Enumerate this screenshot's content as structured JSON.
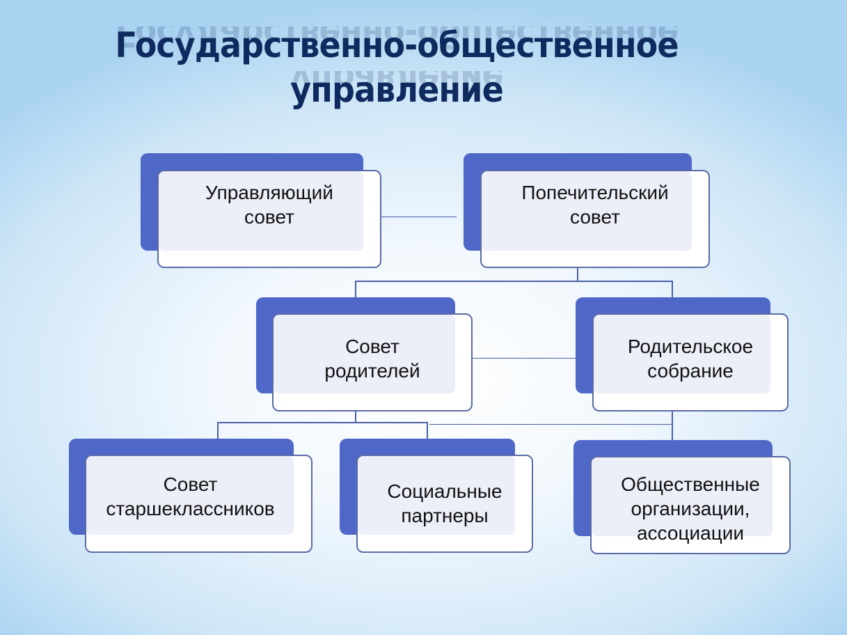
{
  "title": {
    "line1": "Государственно-общественное",
    "line2": "управление"
  },
  "nodes": [
    {
      "line1": "Управляющий",
      "line2": "совет"
    },
    {
      "line1": "Попечительский",
      "line2": "совет"
    },
    {
      "line1": "Совет",
      "line2": "родителей"
    },
    {
      "line1": "Родительское",
      "line2": "собрание"
    },
    {
      "line1": "Совет",
      "line2": "старшеклассников"
    },
    {
      "line1": "Социальные",
      "line2": "партнеры"
    },
    {
      "line1": "Общественные",
      "line2": "организации,",
      "line3": "ассоциации"
    }
  ],
  "colors": {
    "accent": "#4f68c8",
    "title": "#0f2a5e",
    "border": "#5a6aa6"
  }
}
